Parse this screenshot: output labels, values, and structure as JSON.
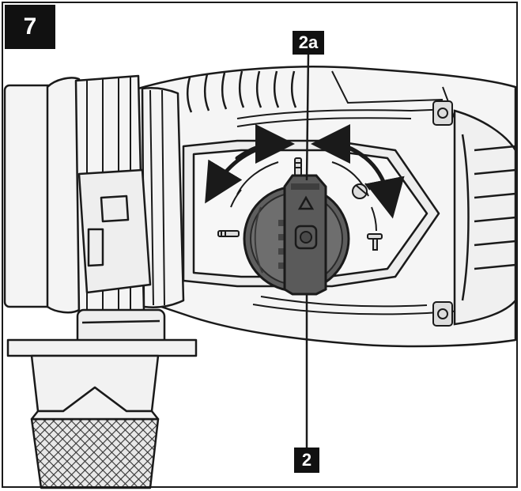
{
  "figure_number": "7",
  "callouts": {
    "top": "2a",
    "bottom": "2"
  },
  "icons": {
    "drill_mode": "drill-bit-icon",
    "hammer_drill_mode": "hammer-drill-icon",
    "chisel_mode": "chisel-icon",
    "chisel_adjust_mode": "chisel-adjust-icon",
    "lock_release": "triangle-icon"
  },
  "colors": {
    "line": "#1a1a1a",
    "dial_fill": "#6e6e6e",
    "dial_dark": "#4a4a4a",
    "housing": "#f4f4f4",
    "callout_bg": "#111111",
    "callout_text": "#ffffff"
  }
}
